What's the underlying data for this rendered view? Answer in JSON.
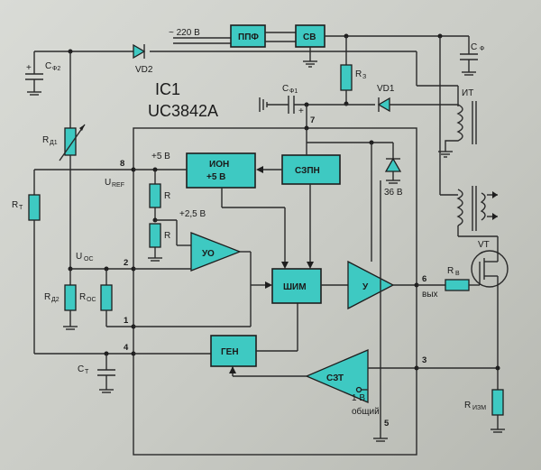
{
  "chip": {
    "designator": "IC1",
    "part": "UC3842A"
  },
  "blocks": {
    "ppf": "ППФ",
    "sv": "СВ",
    "ion": "ИОН",
    "ion_sub": "+5 В",
    "szpn": "СЗПН",
    "yo": "УО",
    "shim": "ШИМ",
    "y": "У",
    "gen": "ГЕН",
    "szt": "СЗТ"
  },
  "pins": {
    "p1": "1",
    "p2": "2",
    "p3": "3",
    "p4": "4",
    "p5": "5",
    "p6": "6",
    "p7": "7",
    "p8": "8"
  },
  "labels": {
    "mains": "~ 220 В",
    "cf": "С",
    "cf_sub": "Ф",
    "cf1": "С",
    "cf1_sub": "Ф1",
    "cf2": "С",
    "cf2_sub": "Ф2",
    "plus": "+",
    "r3": "R",
    "r3_sub": "З",
    "vd1": "VD1",
    "vd2": "VD2",
    "it": "ИТ",
    "rd1": "R",
    "rd1_sub": "Д1",
    "rd2": "R",
    "rd2_sub": "Д2",
    "roc": "R",
    "roc_sub": "ОС",
    "rt": "R",
    "rt_sub": "T",
    "ct": "С",
    "ct_sub": "T",
    "uref": "U",
    "uref_sub": "REF",
    "uoc": "U",
    "uoc_sub": "ОС",
    "v5": "+5 В",
    "v25": "+2,5 В",
    "r": "R",
    "zener": "36 В",
    "v1": "1 В",
    "common": "общий",
    "out": "вых",
    "rg": "R",
    "rg_sub": "В",
    "vt": "VT",
    "rizm": "R",
    "rizm_sub": "ИЗМ"
  }
}
